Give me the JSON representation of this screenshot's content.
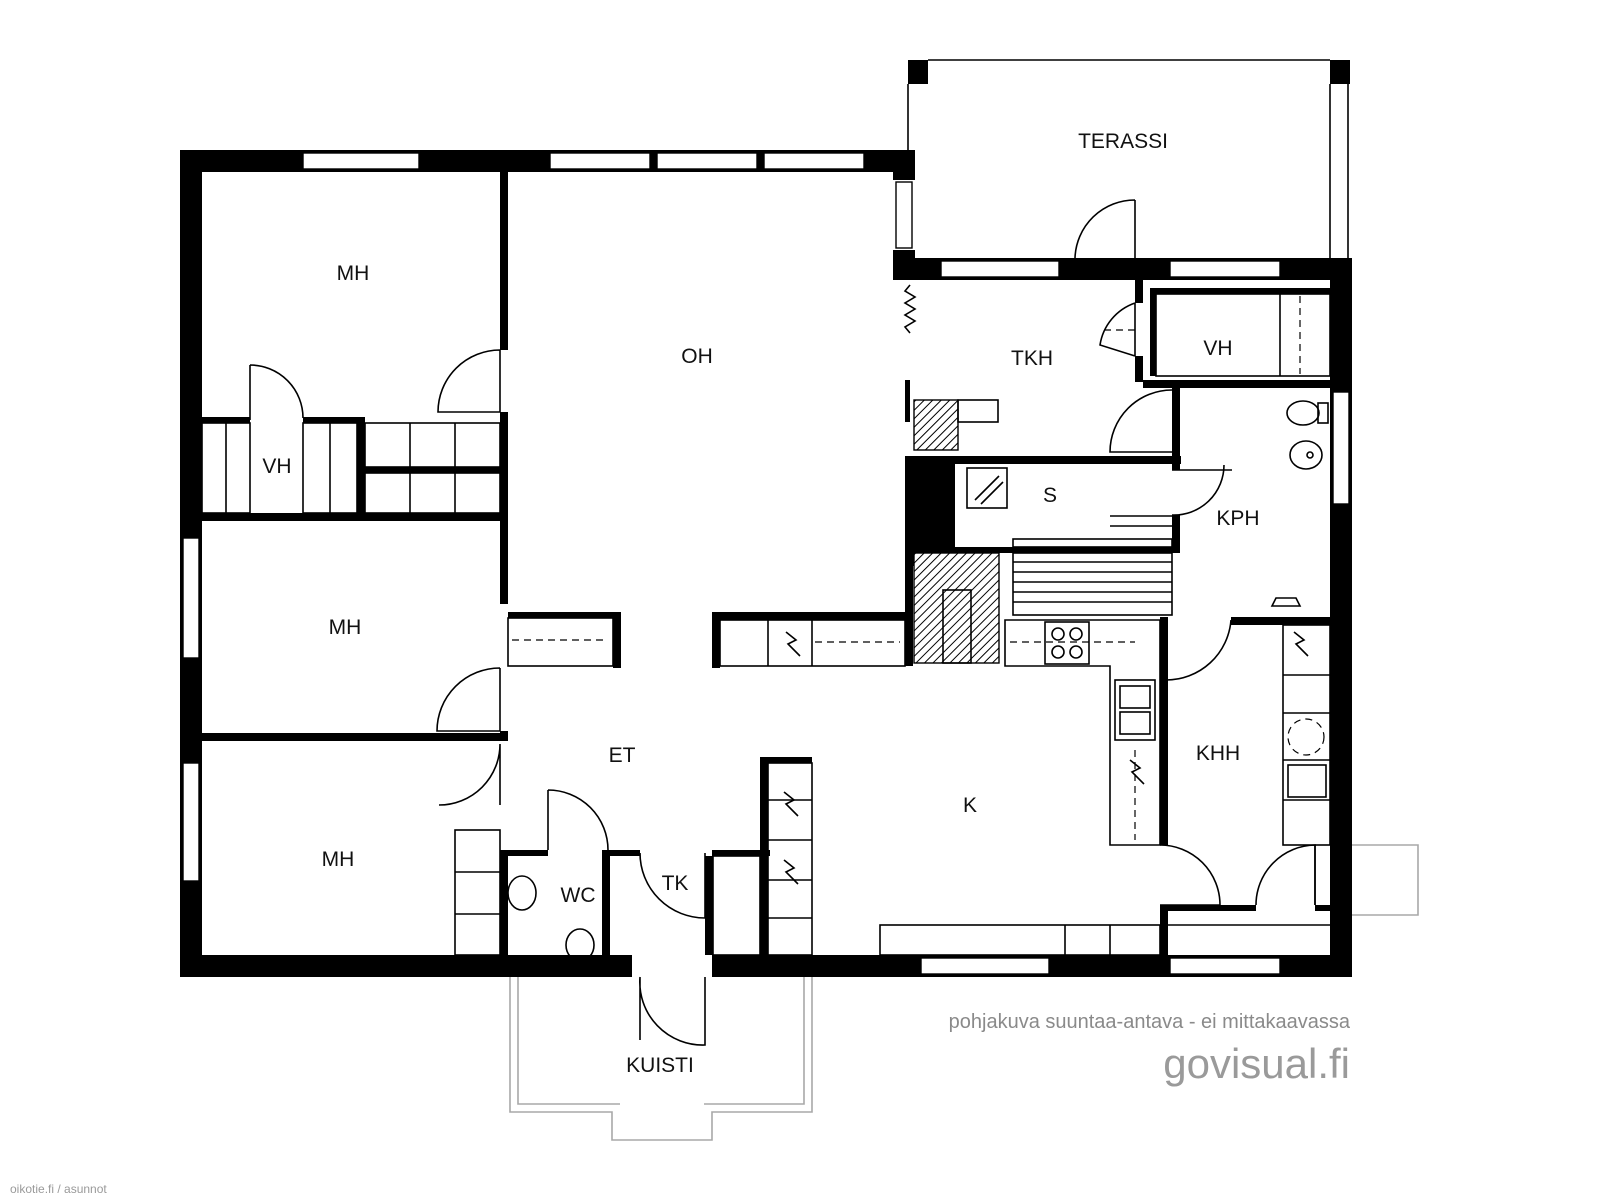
{
  "rooms": {
    "terassi": "TERASSI",
    "mh_top": "MH",
    "oh": "OH",
    "tkh": "TKH",
    "vh_right": "VH",
    "vh_left": "VH",
    "s": "S",
    "kph": "KPH",
    "mh_middle": "MH",
    "et": "ET",
    "khh": "KHH",
    "k": "K",
    "mh_bottom": "MH",
    "wc": "WC",
    "tk": "TK",
    "kuisti": "KUISTI"
  },
  "disclaimer": "pohjakuva suuntaa-antava - ei mittakaavassa",
  "brand": "govisual.fi",
  "credit": "oikotie.fi / asunnot",
  "colors": {
    "wall": "#000000",
    "outline_light": "#a8a8a8",
    "watermark": "#9a9a9a"
  }
}
